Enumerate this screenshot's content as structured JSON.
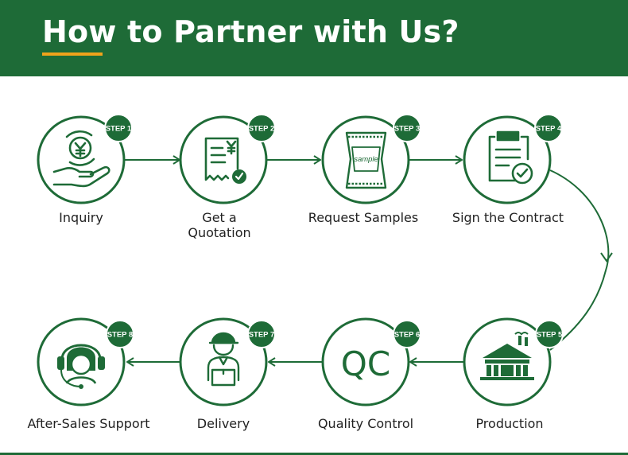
{
  "title": "How to Partner with Us?",
  "colors": {
    "primary": "#1e6b37",
    "accent": "#f0a31b"
  },
  "steps": [
    {
      "badge": "STEP 1",
      "label": "Inquiry",
      "icon": "hand-money-icon"
    },
    {
      "badge": "STEP 2",
      "label": "Get a\nQuotation",
      "icon": "quotation-receipt-icon"
    },
    {
      "badge": "STEP 3",
      "label": "Request Samples",
      "icon": "sample-bag-icon",
      "icon_text": "sample"
    },
    {
      "badge": "STEP 4",
      "label": "Sign the Contract",
      "icon": "contract-clipboard-icon"
    },
    {
      "badge": "STEP 5",
      "label": "Production",
      "icon": "factory-icon"
    },
    {
      "badge": "STEP 6",
      "label": "Quality Control",
      "icon": "qc-icon",
      "icon_text": "QC"
    },
    {
      "badge": "STEP 7",
      "label": "Delivery",
      "icon": "delivery-person-icon"
    },
    {
      "badge": "STEP 8",
      "label": "After-Sales Support",
      "icon": "headset-support-icon"
    }
  ]
}
